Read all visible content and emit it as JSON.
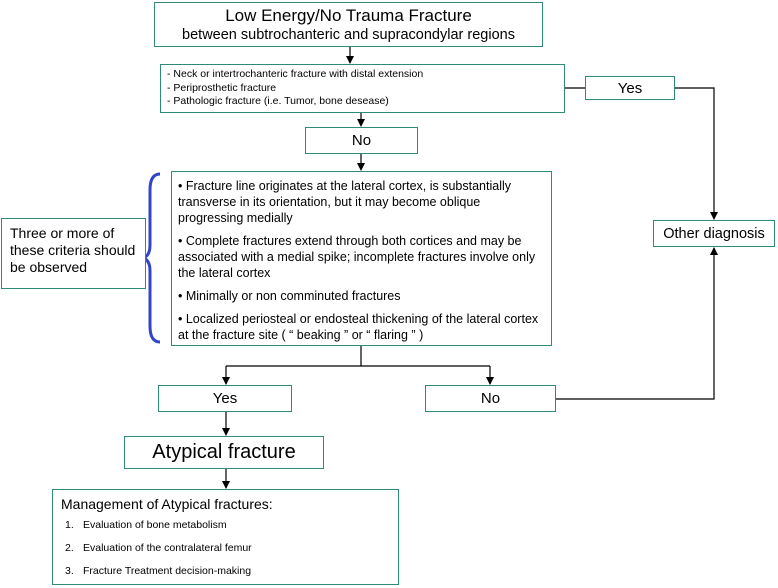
{
  "title": {
    "main": "Low Energy/No Trauma Fracture",
    "sub": "between subtrochanteric and supracondylar regions"
  },
  "exclusions": [
    "- Neck or intertrochanteric fracture with distal extension",
    "- Periprosthetic fracture",
    "- Pathologic fracture (i.e. Tumor, bone desease)"
  ],
  "yes_top": "Yes",
  "no_mid": "No",
  "criteria": [
    "• Fracture line originates at the lateral cortex, is substantially transverse in its orientation, but it may become oblique progressing medially",
    "• Complete fractures extend through both cortices and may be associated with a medial spike; incomplete fractures involve only the lateral cortex",
    "• Minimally or non comminuted fractures",
    "• Localized periosteal or endosteal thickening of the lateral cortex at the fracture site ( “ beaking ” or “ flaring ” )"
  ],
  "criteria_count": "Three or more of these criteria should be observed",
  "other_diagnosis": "Other diagnosis",
  "yes_bottom": "Yes",
  "no_bottom": "No",
  "atypical": "Atypical fracture",
  "management": {
    "title": "Management of Atypical fractures:",
    "items": [
      {
        "num": "1.",
        "text": "Evaluation of bone metabolism"
      },
      {
        "num": "2.",
        "text": "Evaluation of the contralateral femur"
      },
      {
        "num": "3.",
        "text": "Fracture Treatment decision-making"
      }
    ]
  },
  "colors": {
    "box_border": "#2e8b7a",
    "brace": "#3344cc",
    "line": "#000000"
  }
}
